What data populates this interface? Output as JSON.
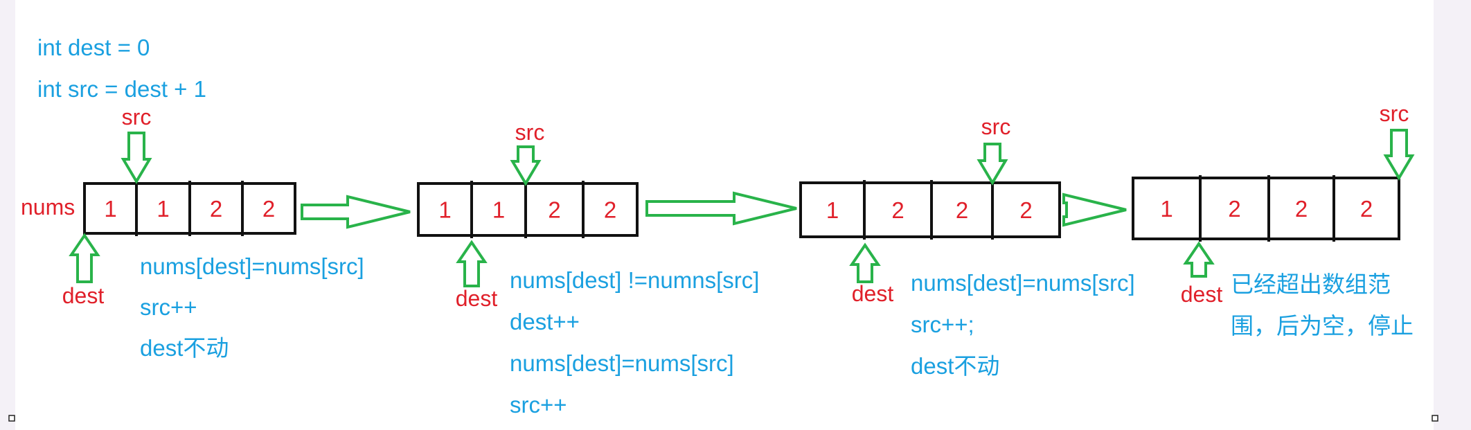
{
  "colors": {
    "code": "#1aa0e0",
    "label": "#e0202a",
    "cell_value": "#e0202a",
    "arrow": "#29b34a",
    "box": "#111111",
    "paper": "#ffffff",
    "margin": "#f4f1f7"
  },
  "header": {
    "line1": "int dest = 0",
    "line2": "int src = dest + 1"
  },
  "array_label": "nums",
  "steps": [
    {
      "cells": [
        "1",
        "1",
        "2",
        "2"
      ],
      "src_label": "src",
      "dest_label": "dest",
      "notes": [
        "nums[dest]=nums[src]",
        "src++",
        "dest不动"
      ]
    },
    {
      "cells": [
        "1",
        "1",
        "2",
        "2"
      ],
      "src_label": "src",
      "dest_label": "dest",
      "notes": [
        "nums[dest] !=numns[src]",
        "dest++",
        "nums[dest]=nums[src]",
        "src++"
      ]
    },
    {
      "cells": [
        "1",
        "2",
        "2",
        "2"
      ],
      "src_label": "src",
      "dest_label": "dest",
      "notes": [
        "nums[dest]=nums[src]",
        "src++;",
        "dest不动"
      ]
    },
    {
      "cells": [
        "1",
        "2",
        "2",
        "2"
      ],
      "src_label": "src",
      "dest_label": "dest",
      "notes": [
        "已经超出数组范",
        "围，后为空，停止"
      ]
    }
  ],
  "flow_arrows": [
    "step-1-to-2",
    "step-2-to-3",
    "step-3-to-4"
  ],
  "icons": [
    "resize-handle-icon",
    "resize-handle-icon"
  ]
}
